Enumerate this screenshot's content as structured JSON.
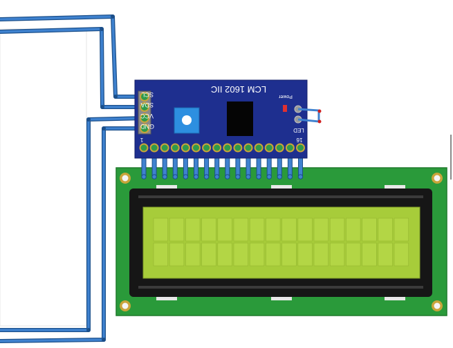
{
  "module": {
    "title": "LCM 1602 IIC",
    "pin_labels": [
      "SCL",
      "SDA",
      "VCC",
      "GND"
    ],
    "power_label": "Power",
    "led_label": "LED",
    "pin_first": "1",
    "pin_last": "16"
  },
  "colors": {
    "wire": "#2f6fb8",
    "wire_dark": "#1b4f8a",
    "module_board": "#1e2f8f",
    "lcd_board": "#2a9a3a",
    "lcd_bezel": "#161616",
    "lcd_screen": "#a7cc3a",
    "pot": "#2d8fe0",
    "gold": "#c9a43a"
  }
}
